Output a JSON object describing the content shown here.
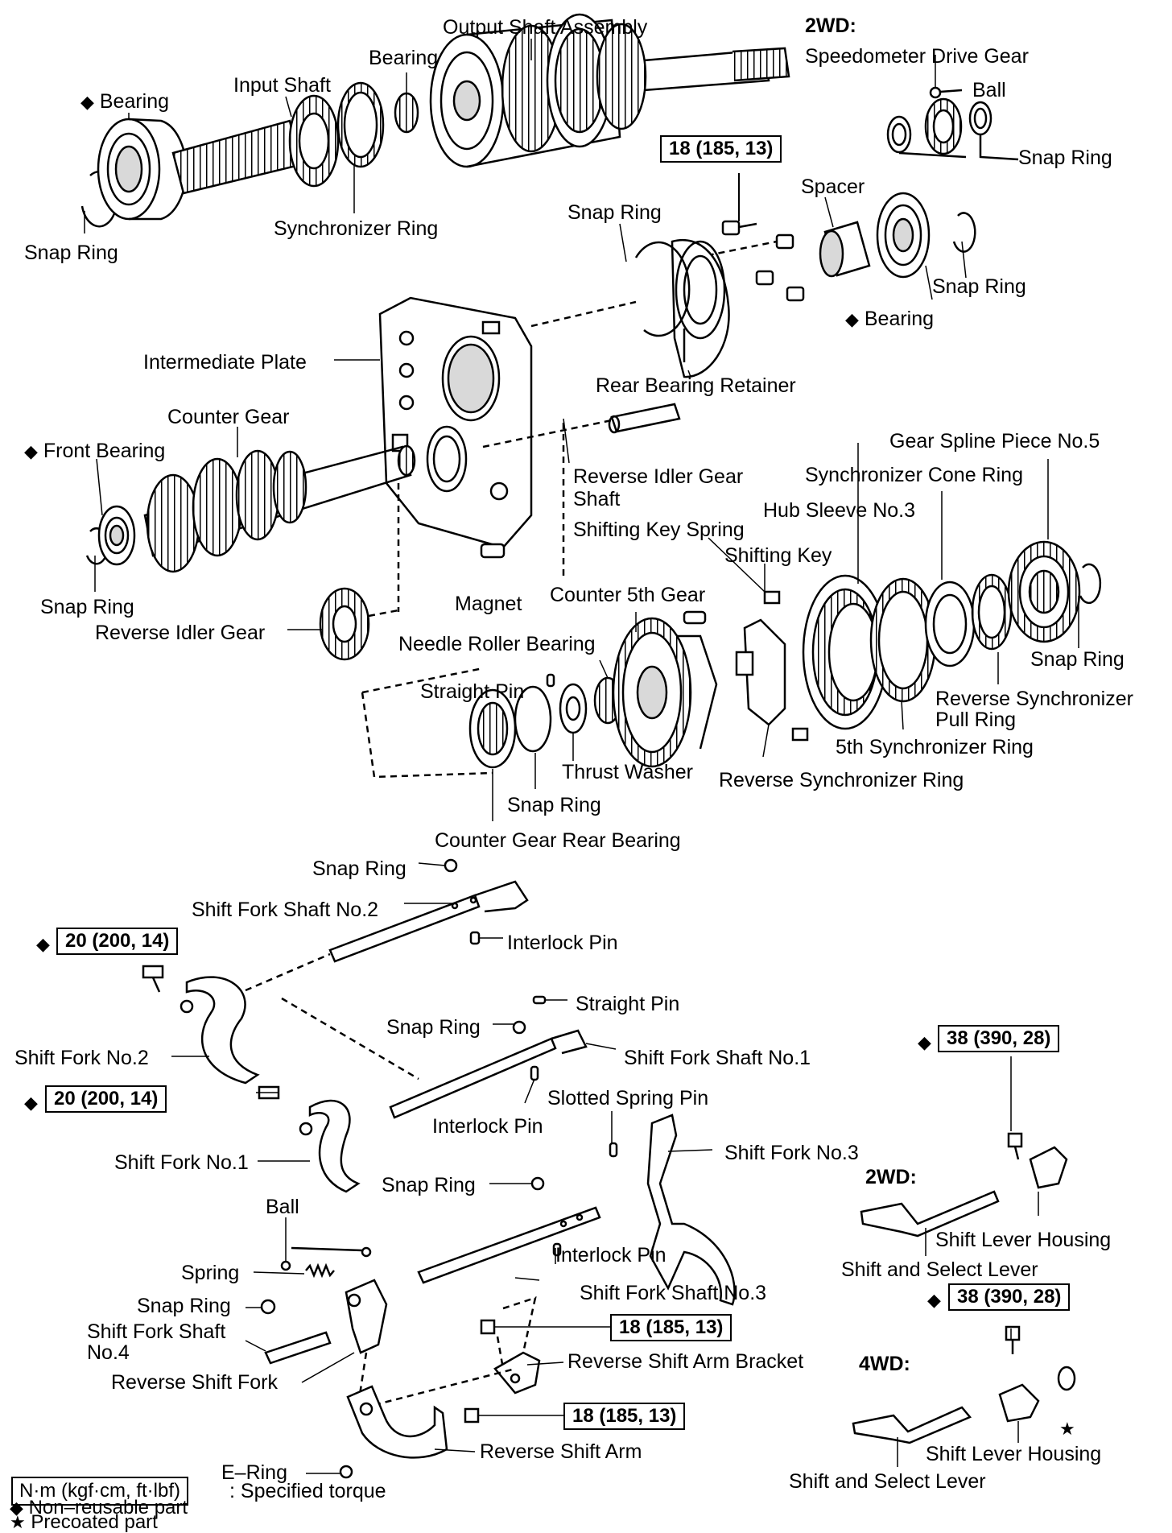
{
  "colors": {
    "ink": "#000000",
    "paper": "#ffffff",
    "shade": "#d9d9d9"
  },
  "marks": {
    "non_reusable": "◆",
    "precoated": "★"
  },
  "labels": {
    "output_shaft_assembly": "Output Shaft Assembly",
    "bearing_upper": "Bearing",
    "input_shaft": "Input Shaft",
    "bearing_left": "Bearing",
    "synchronizer_ring": "Synchronizer Ring",
    "snap_ring_upper_left": "Snap Ring",
    "hdr_2wd_top": "2WD:",
    "speedometer_drive_gear": "Speedometer Drive Gear",
    "ball_top": "Ball",
    "snap_ring_top_right": "Snap Ring",
    "spacer": "Spacer",
    "snap_ring_retainer": "Snap Ring",
    "snap_ring_right": "Snap Ring",
    "bearing_right": "Bearing",
    "intermediate_plate": "Intermediate Plate",
    "rear_bearing_retainer": "Rear Bearing Retainer",
    "counter_gear": "Counter Gear",
    "front_bearing": "Front Bearing",
    "reverse_idler_gear_shaft_1": "Reverse Idler Gear",
    "reverse_idler_gear_shaft_2": "Shaft",
    "gear_spline_piece": "Gear Spline Piece No.5",
    "sync_cone_ring": "Synchronizer Cone Ring",
    "hub_sleeve": "Hub Sleeve No.3",
    "shifting_key_spring": "Shifting Key Spring",
    "shifting_key": "Shifting Key",
    "snap_ring_counter": "Snap Ring",
    "magnet": "Magnet",
    "counter_5th_gear": "Counter 5th Gear",
    "reverse_idler_gear": "Reverse Idler Gear",
    "needle_roller_bearing": "Needle Roller Bearing",
    "snap_ring_gear_spline": "Snap Ring",
    "straight_pin_mid": "Straight Pin",
    "reverse_sync_pull_ring_1": "Reverse Synchronizer",
    "reverse_sync_pull_ring_2": "Pull Ring",
    "fifth_sync_ring": "5th Synchronizer Ring",
    "thrust_washer": "Thrust Washer",
    "reverse_sync_ring": "Reverse Synchronizer Ring",
    "snap_ring_lower_mid": "Snap Ring",
    "counter_gear_rear_bearing": "Counter Gear Rear Bearing",
    "snap_ring_fork2": "Snap Ring",
    "shift_fork_shaft_no2": "Shift Fork Shaft No.2",
    "interlock_pin_upper": "Interlock Pin",
    "straight_pin_lower": "Straight Pin",
    "snap_ring_shaft1": "Snap Ring",
    "shift_fork_no2": "Shift Fork No.2",
    "shift_fork_shaft_no1": "Shift Fork Shaft No.1",
    "slotted_spring_pin": "Slotted Spring Pin",
    "interlock_pin_mid": "Interlock Pin",
    "shift_fork_no3": "Shift Fork No.3",
    "shift_fork_no1": "Shift Fork No.1",
    "snap_ring_fork1": "Snap Ring",
    "hdr_2wd_lower": "2WD:",
    "ball_lower": "Ball",
    "shift_lever_housing_2wd": "Shift Lever Housing",
    "shift_select_lever_2wd": "Shift and Select Lever",
    "spring": "Spring",
    "interlock_pin_lower": "Interlock Pin",
    "snap_ring_fork4": "Snap Ring",
    "shift_fork_shaft_no3": "Shift Fork Shaft No.3",
    "shift_fork_shaft_no4_1": "Shift Fork Shaft",
    "shift_fork_shaft_no4_2": "No.4",
    "reverse_shift_fork": "Reverse Shift Fork",
    "reverse_shift_arm_bracket": "Reverse Shift Arm Bracket",
    "hdr_4wd": "4WD:",
    "reverse_shift_arm": "Reverse Shift Arm",
    "e_ring": "E–Ring",
    "shift_lever_housing_4wd": "Shift Lever Housing",
    "shift_select_lever_4wd": "Shift and Select Lever"
  },
  "torque": {
    "retainer_bolt": "18 (185, 13)",
    "fork2_bolt": "20 (200, 14)",
    "fork1_bolt": "20 (200, 14)",
    "housing_2wd": "38 (390, 28)",
    "housing_4wd": "38 (390, 28)",
    "bracket_bolt": "18 (185, 13)",
    "arm_bolt": "18 (185, 13)"
  },
  "legend": {
    "unit": "N·m (kgf·cm, ft·lbf)",
    "unit_desc": ": Specified torque",
    "non_reusable": "Non–reusable part",
    "precoated": "Precoated part"
  }
}
